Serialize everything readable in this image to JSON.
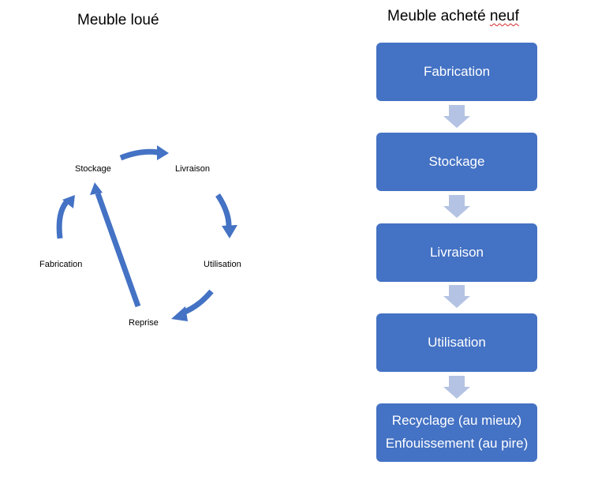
{
  "left": {
    "title": "Meuble loué",
    "nodes": {
      "stockage": "Stockage",
      "livraison": "Livraison",
      "utilisation": "Utilisation",
      "reprise": "Reprise",
      "fabrication": "Fabrication"
    }
  },
  "right": {
    "title_plain": "Meuble acheté ",
    "title_marked": "neuf",
    "steps": [
      {
        "line1": "Fabrication",
        "line2": ""
      },
      {
        "line1": "Stockage",
        "line2": ""
      },
      {
        "line1": "Livraison",
        "line2": ""
      },
      {
        "line1": "Utilisation",
        "line2": ""
      },
      {
        "line1": "Recyclage (au mieux)",
        "line2": "Enfouissement (au pire)"
      }
    ]
  },
  "colors": {
    "box": "#4472c4",
    "arrow_light": "#b4c3e3",
    "cycle_arrow": "#4472c4",
    "spellcheck": "#d62828"
  }
}
